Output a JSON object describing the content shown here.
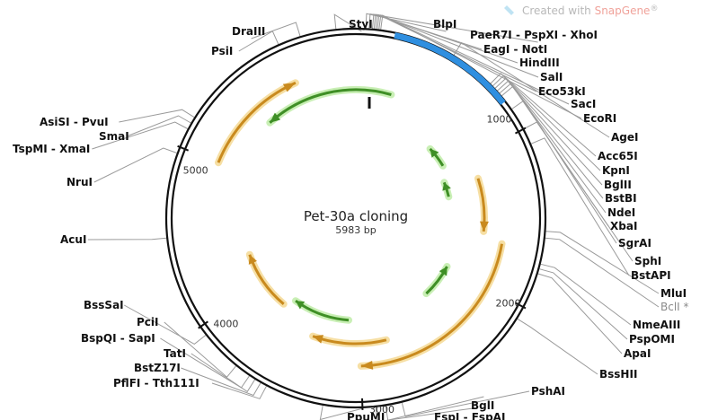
{
  "watermark": {
    "prefix": "Created with ",
    "brand": "SnapGene",
    "mark": "®"
  },
  "plasmid": {
    "name": "Pet-30a cloning",
    "length": "5983 bp",
    "total_bp": 5983
  },
  "ticks": [
    "1000",
    "2000",
    "3000",
    "4000",
    "5000"
  ],
  "enzymes": [
    "StyI",
    "BlpI",
    "PaeR7I - PspXI - XhoI",
    "EagI - NotI",
    "HindIII",
    "SalI",
    "Eco53kI",
    "SacI",
    "EcoRI",
    "AgeI",
    "Acc65I",
    "KpnI",
    "BglII",
    "BstBI",
    "NdeI",
    "XbaI",
    "SgrAI",
    "SphI",
    "BstAPI",
    "MluI",
    "BclI *",
    "NmeAIII",
    "PspOMI",
    "ApaI",
    "BssHII",
    "PshAI",
    "BglI",
    "FspI - FspAI",
    "PpuMI",
    "PflFI - Tth111I",
    "BstZ17I",
    "TatI",
    "BspQI - SapI",
    "PciI",
    "BssSaI",
    "AcuI",
    "NruI",
    "TspMI - XmaI",
    "SmaI",
    "AsiSI - PvuI",
    "PsiI",
    "DraIII"
  ],
  "colors": {
    "backbone": "#111111",
    "insert": "#2f8fe0",
    "orange_feature": "#c98a1e",
    "orange_glow": "#f6dfa4",
    "green_feature": "#3f8f26",
    "green_glow": "#c9efb5"
  }
}
